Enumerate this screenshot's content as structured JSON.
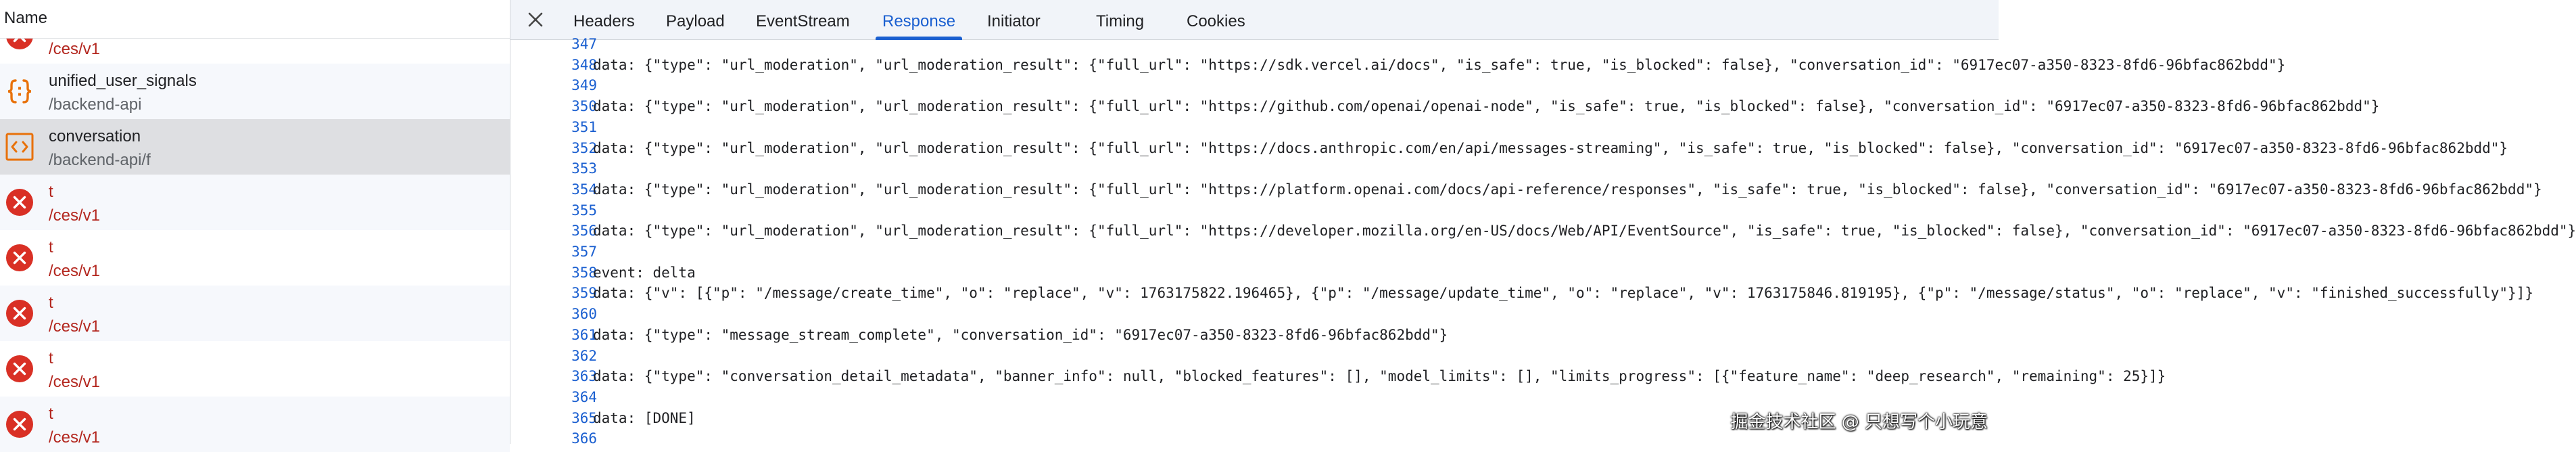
{
  "request_list": {
    "header_label": "Name",
    "items": [
      {
        "name": "",
        "path": "/ces/v1",
        "type": "error",
        "icon": "error-icon"
      },
      {
        "name": "unified_user_signals",
        "path": "/backend-api",
        "type": "script",
        "icon": "script-braces-icon"
      },
      {
        "name": "conversation",
        "path": "/backend-api/f",
        "type": "document",
        "icon": "document-code-icon",
        "selected": true
      },
      {
        "name": "t",
        "path": "/ces/v1",
        "type": "error",
        "icon": "error-icon"
      },
      {
        "name": "t",
        "path": "/ces/v1",
        "type": "error",
        "icon": "error-icon"
      },
      {
        "name": "t",
        "path": "/ces/v1",
        "type": "error",
        "icon": "error-icon"
      },
      {
        "name": "t",
        "path": "/ces/v1",
        "type": "error",
        "icon": "error-icon"
      },
      {
        "name": "t",
        "path": "/ces/v1",
        "type": "error",
        "icon": "error-icon"
      }
    ]
  },
  "tabs": [
    {
      "label": "Headers"
    },
    {
      "label": "Payload"
    },
    {
      "label": "EventStream"
    },
    {
      "label": "Response",
      "active": true
    },
    {
      "label": "Initiator"
    },
    {
      "label": "Timing"
    },
    {
      "label": "Cookies"
    }
  ],
  "response_lines": [
    {
      "n": "347",
      "text": ""
    },
    {
      "n": "348",
      "text": "data: {\"type\": \"url_moderation\", \"url_moderation_result\": {\"full_url\": \"https://sdk.vercel.ai/docs\", \"is_safe\": true, \"is_blocked\": false}, \"conversation_id\": \"6917ec07-a350-8323-8fd6-96bfac862bdd\"}"
    },
    {
      "n": "349",
      "text": ""
    },
    {
      "n": "350",
      "text": "data: {\"type\": \"url_moderation\", \"url_moderation_result\": {\"full_url\": \"https://github.com/openai/openai-node\", \"is_safe\": true, \"is_blocked\": false}, \"conversation_id\": \"6917ec07-a350-8323-8fd6-96bfac862bdd\"}"
    },
    {
      "n": "351",
      "text": ""
    },
    {
      "n": "352",
      "text": "data: {\"type\": \"url_moderation\", \"url_moderation_result\": {\"full_url\": \"https://docs.anthropic.com/en/api/messages-streaming\", \"is_safe\": true, \"is_blocked\": false}, \"conversation_id\": \"6917ec07-a350-8323-8fd6-96bfac862bdd\"}"
    },
    {
      "n": "353",
      "text": ""
    },
    {
      "n": "354",
      "text": "data: {\"type\": \"url_moderation\", \"url_moderation_result\": {\"full_url\": \"https://platform.openai.com/docs/api-reference/responses\", \"is_safe\": true, \"is_blocked\": false}, \"conversation_id\": \"6917ec07-a350-8323-8fd6-96bfac862bdd\"}"
    },
    {
      "n": "355",
      "text": ""
    },
    {
      "n": "356",
      "text": "data: {\"type\": \"url_moderation\", \"url_moderation_result\": {\"full_url\": \"https://developer.mozilla.org/en-US/docs/Web/API/EventSource\", \"is_safe\": true, \"is_blocked\": false}, \"conversation_id\": \"6917ec07-a350-8323-8fd6-96bfac862bdd\"}"
    },
    {
      "n": "357",
      "text": ""
    },
    {
      "n": "358",
      "text": "event: delta"
    },
    {
      "n": "359",
      "text": "data: {\"v\": [{\"p\": \"/message/create_time\", \"o\": \"replace\", \"v\": 1763175822.196465}, {\"p\": \"/message/update_time\", \"o\": \"replace\", \"v\": 1763175846.819195}, {\"p\": \"/message/status\", \"o\": \"replace\", \"v\": \"finished_successfully\"}]}"
    },
    {
      "n": "360",
      "text": ""
    },
    {
      "n": "361",
      "text": "data: {\"type\": \"message_stream_complete\", \"conversation_id\": \"6917ec07-a350-8323-8fd6-96bfac862bdd\"}"
    },
    {
      "n": "362",
      "text": ""
    },
    {
      "n": "363",
      "text": "data: {\"type\": \"conversation_detail_metadata\", \"banner_info\": null, \"blocked_features\": [], \"model_limits\": [], \"limits_progress\": [{\"feature_name\": \"deep_research\", \"remaining\": 25}]}"
    },
    {
      "n": "364",
      "text": ""
    },
    {
      "n": "365",
      "text": "data: [DONE]"
    },
    {
      "n": "366",
      "text": ""
    }
  ],
  "watermark": "掘金技术社区 @ 只想写个小玩意",
  "colors": {
    "accent": "#1a5fd0",
    "error": "#d93025",
    "error_text": "#b3261e",
    "script_icon": "#e8710a",
    "selected_row": "#dedfe2",
    "tabbar_bg": "#f1f4f9"
  }
}
